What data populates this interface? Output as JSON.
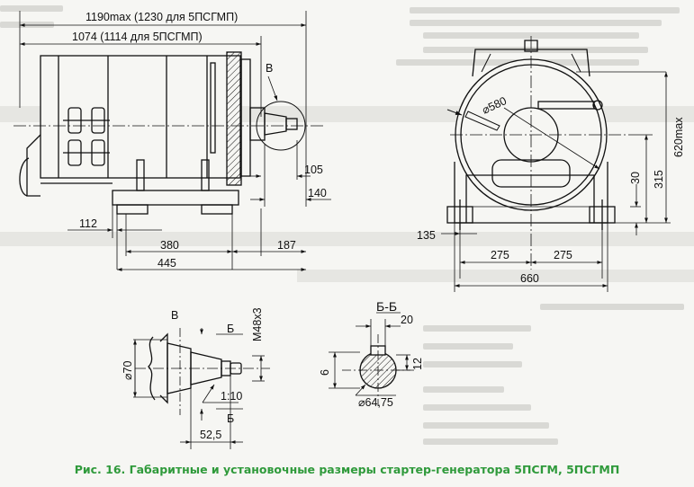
{
  "dims": {
    "overall_length": "1190max (1230 для 5ПСГМП)",
    "inner_length": "1074 (1114 для 5ПСГМП)",
    "view_b_top": "В",
    "d105": "105",
    "d140": "140",
    "d112": "112",
    "d380": "380",
    "d187": "187",
    "d445": "445",
    "d580": "⌀580",
    "d620": "620max",
    "d315": "315",
    "d30": "30",
    "d135": "135",
    "d275a": "275",
    "d275b": "275",
    "d660": "660",
    "view_b": "В",
    "sec_b_left_top": "Б",
    "sec_b_left_bottom": "Б",
    "m48": "M48x3",
    "d70": "⌀70",
    "taper": "1:10",
    "d52": "52,5",
    "section_title": "Б-Б",
    "d20": "20",
    "d6": "6",
    "d12": "12",
    "d6475": "⌀64,75"
  },
  "caption": {
    "main": "Рис. 16. Габаритные и установочные размеры стартер-генератора 5ПСГМ",
    "sub": ", 5ПСГМП"
  }
}
